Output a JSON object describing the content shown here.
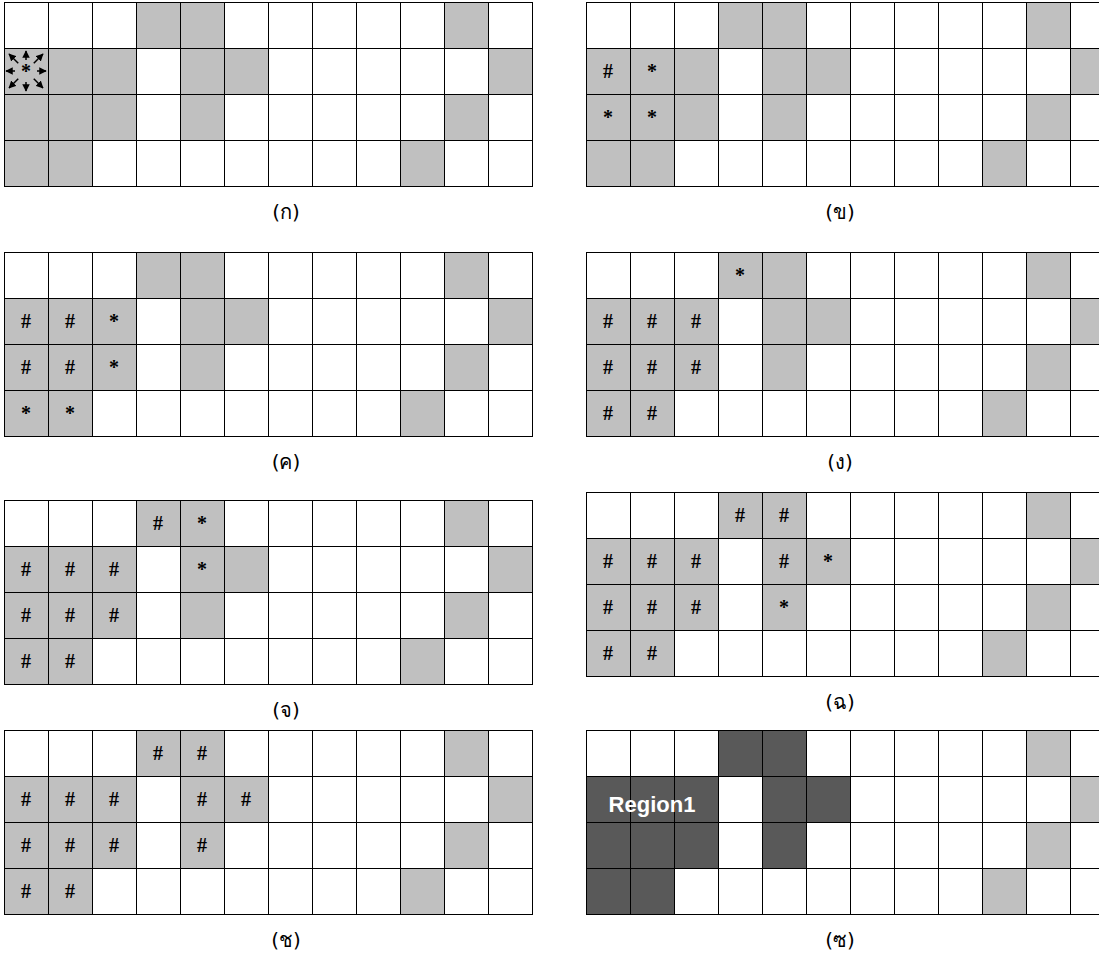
{
  "diagram": {
    "labels": [
      "*",
      "(ก)",
      "#",
      "*",
      "*",
      "*",
      "(ข)",
      "#",
      "#",
      "*",
      "#",
      "#",
      "*",
      "*",
      "*",
      "(ค)",
      "*",
      "#",
      "#",
      "#",
      "#",
      "#",
      "#",
      "#",
      "#",
      "(ง)",
      "#",
      "*",
      "#",
      "#",
      "#",
      "*",
      "#",
      "#",
      "#",
      "#",
      "#",
      "(จ)",
      "#",
      "#",
      "#",
      "#",
      "#",
      "#",
      "*",
      "#",
      "#",
      "#",
      "*",
      "#",
      "#",
      "(ฉ)",
      "#",
      "#",
      "#",
      "#",
      "#",
      "#",
      "#",
      "#",
      "#",
      "#",
      "#",
      "#",
      "#",
      "(ช)",
      "Region1",
      "(ซ)"
    ]
  }
}
